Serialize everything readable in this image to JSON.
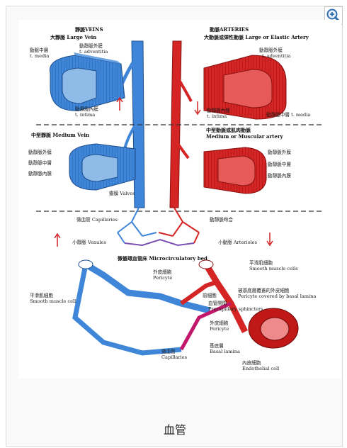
{
  "zoom": {
    "icon": "zoom-in-icon"
  },
  "figure": {
    "caption": "血管",
    "colors": {
      "vein": "#3f86d9",
      "artery": "#d42424",
      "text": "#1a1a1a"
    },
    "labels": {
      "veins_title": "靜脈VEINS",
      "arteries_title": "動脈ARTERIES",
      "large_vein": "大靜脈 Large Vein",
      "large_artery": "大動脈或彈性動脈 Large or Elastic Artery",
      "lv_media": "動脈中層",
      "lv_media_en": "t. media",
      "lv_adventitia": "動靜脈外膜",
      "lv_adventitia_en": "t. adventitia",
      "lv_intima": "動靜脈內膜",
      "lv_intima_en": "t. intima",
      "la_adventitia": "動靜脈外膜",
      "la_adventitia_en": "t. adventitia",
      "la_intima": "動靜脈內膜",
      "la_intima_en": "t. intima",
      "la_media": "動靜脈中層 t. media",
      "medium_vein": "中型靜脈 Medium Vein",
      "medium_artery_cn": "中型動脈或肌肉動脈",
      "medium_artery_en": "Medium or Muscular artery",
      "mv_outer": "動靜脈外膜",
      "mv_middle": "動靜脈中層",
      "mv_inner": "動靜脈內膜",
      "mv_valve": "瓣膜 Valves",
      "ma_outer": "動靜脈外膜",
      "ma_middle": "動靜脈中層",
      "ma_inner": "動靜脈內膜",
      "capillaries_top": "微血管 Capillaries",
      "anastomosis": "動靜脈吻合",
      "venules": "小靜脈 Venules",
      "arterioles": "小動脈 Arterioles",
      "bed": "微循環血管床 Microcirculatory bed",
      "smooth_muscle_right": "平滑肌細胞",
      "smooth_muscle_right_en": "Smooth muscle cells",
      "pericyte_top": "外皮細胞",
      "pericyte_top_en": "Pericyte",
      "smooth_muscle_left": "平滑肌細胞",
      "smooth_muscle_left_en": "Smooth muscle cell",
      "basal_lamina_pericyte": "被基底層覆蓋的外皮細胞",
      "basal_lamina_pericyte_en": "Pericyte covered by basal lamina",
      "precapillary": "前細胞",
      "precapillary_sphincter": "血管開閉",
      "precapillary_sphincter_en": "Precapillary sphincters",
      "pericyte_mid": "外皮細胞",
      "pericyte_mid_en": "Pericyte",
      "capillaries_bottom": "微血管",
      "capillaries_bottom_en": "Capillaries",
      "basal": "基底層",
      "basal_en": "Basal lamina",
      "endothelial": "內皮細胞",
      "endothelial_en": "Endothelial cell"
    }
  }
}
